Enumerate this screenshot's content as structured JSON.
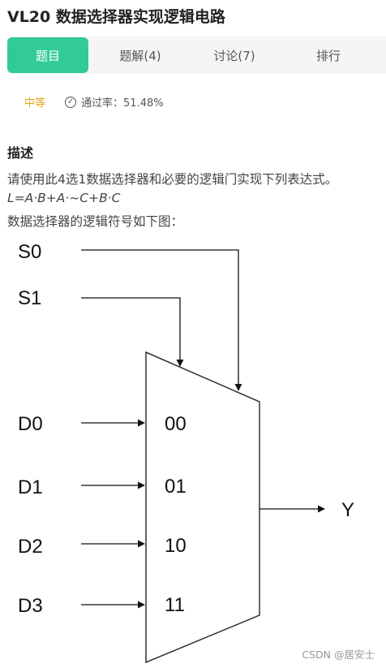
{
  "problem": {
    "title": "VL20  数据选择器实现逻辑电路"
  },
  "tabs": [
    {
      "label": "题目",
      "active": true
    },
    {
      "label": "题解(4)",
      "active": false
    },
    {
      "label": "讨论(7)",
      "active": false
    },
    {
      "label": "排行",
      "active": false
    }
  ],
  "meta": {
    "difficulty": "中等",
    "pass_rate_label": "通过率：51.48%",
    "check_icon": "check-circle-icon",
    "difficulty_color": "#e8a317"
  },
  "description": {
    "heading": "描述",
    "line1": "请使用此4选1数据选择器和必要的逻辑门实现下列表达式。",
    "formula": "L=A·B+A·~C+B·C",
    "line3": "数据选择器的逻辑符号如下图："
  },
  "diagram": {
    "select_inputs": [
      "S0",
      "S1"
    ],
    "data_inputs": [
      "D0",
      "D1",
      "D2",
      "D3"
    ],
    "codes": [
      "00",
      "01",
      "10",
      "11"
    ],
    "output": "Y"
  },
  "watermark": "CSDN @居安士",
  "colors": {
    "accent": "#32ca99",
    "tab_bar": "#f4f5f7"
  }
}
